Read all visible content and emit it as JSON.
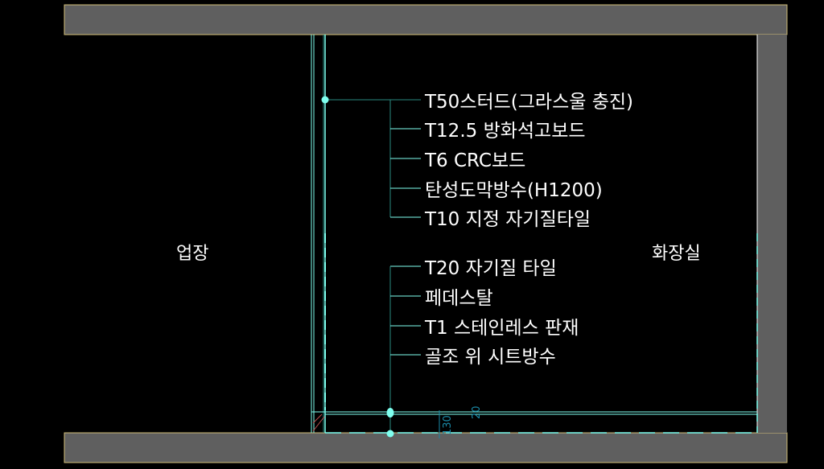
{
  "rooms": {
    "left": "업장",
    "right": "화장실"
  },
  "labels_upper": [
    "T50스터드(그라스울 충진)",
    "T12.5 방화석고보드",
    "T6 CRC보드",
    "탄성도막방수(H1200)",
    "T10 지정 자기질타일"
  ],
  "labels_lower": [
    "T20 자기질 타일",
    "페데스탈",
    "T1 스테인레스 판재",
    "골조 위 시트방수"
  ],
  "dimensions": {
    "height": "130",
    "slope": "20"
  },
  "colors": {
    "wall": "#5f5f5f",
    "edge": "#d4c07a",
    "cyan": "#7fffef",
    "teal": "#2a8a80",
    "dim": "#1a8aa8"
  }
}
